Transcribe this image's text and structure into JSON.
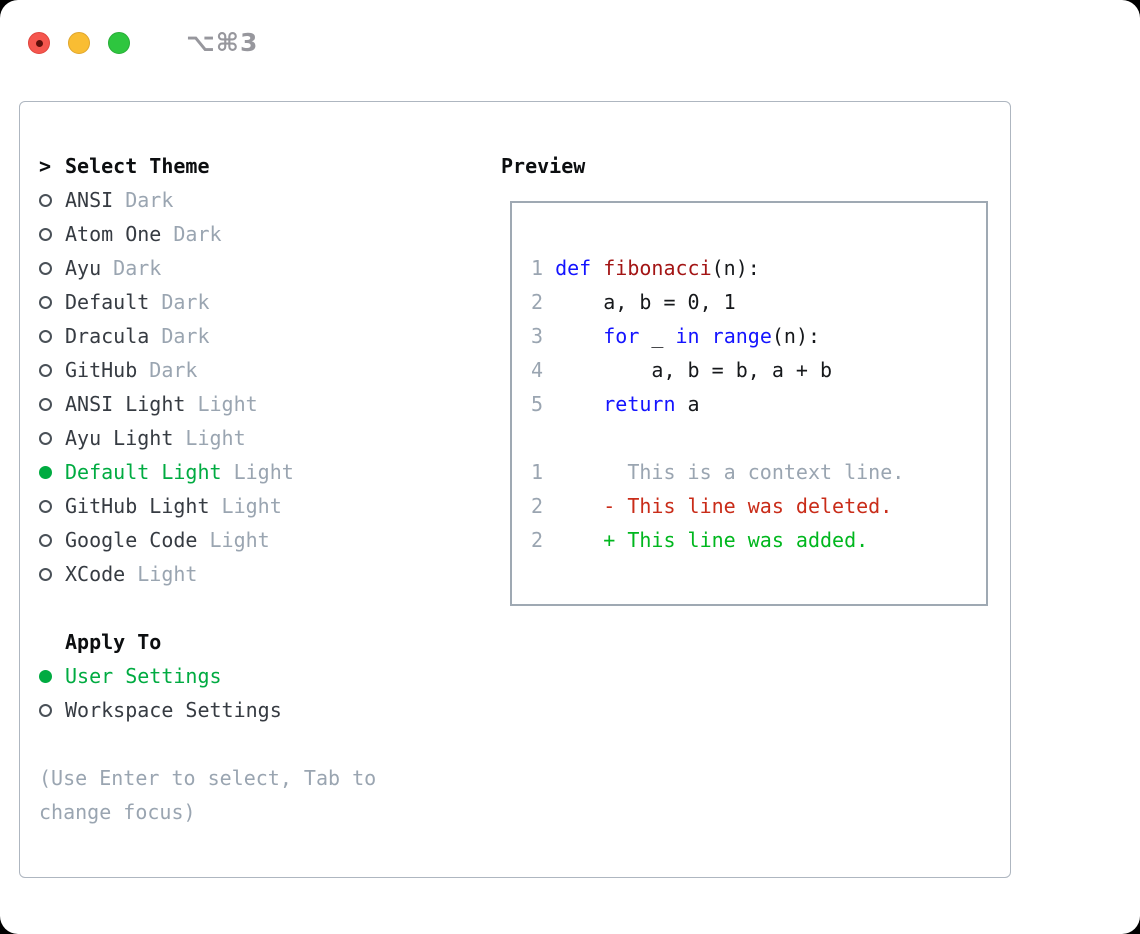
{
  "window": {
    "title": "⌥⌘3"
  },
  "colors": {
    "selected_green": "#00ab41",
    "added_green": "#00b71e",
    "deleted_red": "#c92c19",
    "keyword_blue": "#1414ff",
    "function_red": "#a31515",
    "muted_gray": "#9aa5b1"
  },
  "theme_picker": {
    "header_prefix": ">",
    "header_label": "Select Theme",
    "items": [
      {
        "label": "ANSI",
        "variant": "Dark",
        "selected": false
      },
      {
        "label": "Atom One",
        "variant": "Dark",
        "selected": false
      },
      {
        "label": "Ayu",
        "variant": "Dark",
        "selected": false
      },
      {
        "label": "Default",
        "variant": "Dark",
        "selected": false
      },
      {
        "label": "Dracula",
        "variant": "Dark",
        "selected": false
      },
      {
        "label": "GitHub",
        "variant": "Dark",
        "selected": false
      },
      {
        "label": "ANSI Light",
        "variant": "Light",
        "selected": false
      },
      {
        "label": "Ayu Light",
        "variant": "Light",
        "selected": false
      },
      {
        "label": "Default Light",
        "variant": "Light",
        "selected": true
      },
      {
        "label": "GitHub Light",
        "variant": "Light",
        "selected": false
      },
      {
        "label": "Google Code",
        "variant": "Light",
        "selected": false
      },
      {
        "label": "XCode",
        "variant": "Light",
        "selected": false
      }
    ]
  },
  "apply_to": {
    "label": "Apply To",
    "options": [
      {
        "label": "User Settings",
        "selected": true
      },
      {
        "label": "Workspace Settings",
        "selected": false
      }
    ]
  },
  "help_text": "(Use Enter to select, Tab to change focus)",
  "preview": {
    "label": "Preview",
    "lines": [
      {
        "num": "1",
        "tokens": [
          {
            "text": "def",
            "style": "keyword"
          },
          {
            "text": " ",
            "style": "plain"
          },
          {
            "text": "fibonacci",
            "style": "function"
          },
          {
            "text": "(n):",
            "style": "plain"
          }
        ]
      },
      {
        "num": "2",
        "tokens": [
          {
            "text": "    a, b = 0, 1",
            "style": "plain"
          }
        ]
      },
      {
        "num": "3",
        "tokens": [
          {
            "text": "    ",
            "style": "plain"
          },
          {
            "text": "for",
            "style": "keyword"
          },
          {
            "text": " _ ",
            "style": "plain"
          },
          {
            "text": "in",
            "style": "keyword"
          },
          {
            "text": " ",
            "style": "plain"
          },
          {
            "text": "range",
            "style": "keyword"
          },
          {
            "text": "(n):",
            "style": "plain"
          }
        ]
      },
      {
        "num": "4",
        "tokens": [
          {
            "text": "        a, b = b, a + b",
            "style": "plain"
          }
        ]
      },
      {
        "num": "5",
        "tokens": [
          {
            "text": "    ",
            "style": "plain"
          },
          {
            "text": "return",
            "style": "keyword"
          },
          {
            "text": " a",
            "style": "plain"
          }
        ]
      },
      {
        "num": "",
        "tokens": []
      },
      {
        "num": "1",
        "tokens": [
          {
            "text": "      This is a context line.",
            "style": "context"
          }
        ]
      },
      {
        "num": "2",
        "tokens": [
          {
            "text": "    - This line was deleted.",
            "style": "deleted"
          }
        ]
      },
      {
        "num": "2",
        "tokens": [
          {
            "text": "    + This line was added.",
            "style": "added"
          }
        ]
      }
    ]
  }
}
